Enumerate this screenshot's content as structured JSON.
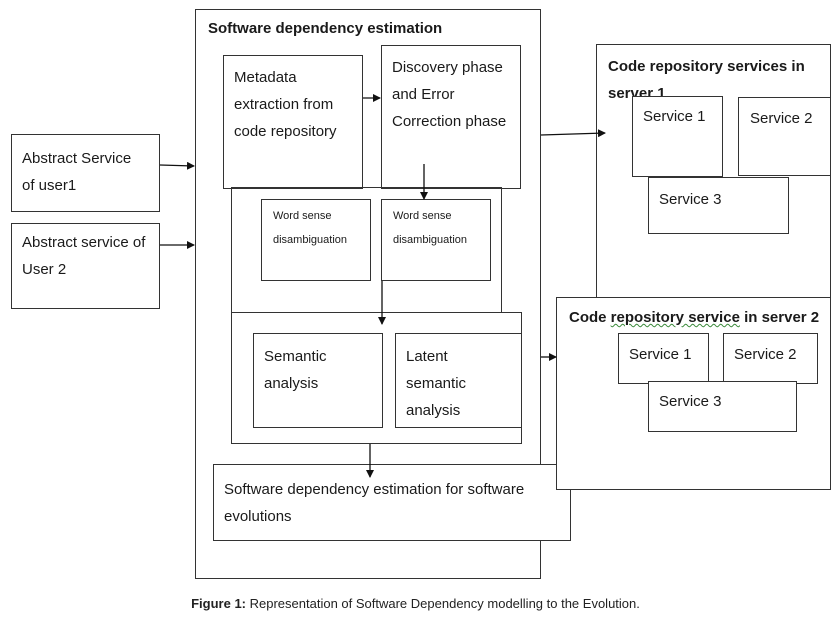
{
  "main": {
    "title": "Software dependency estimation",
    "metadata": "Metadata\nextraction from\ncode repository",
    "discovery": "Discovery phase\nand Error\nCorrection phase",
    "wsd_left": "Word sense\ndisambiguation",
    "wsd_right": "Word sense\ndisambiguation",
    "semantic": "Semantic\nanalysis",
    "latent": "Latent\nsemantic\nanalysis",
    "output": "Software dependency estimation for software\nevolutions"
  },
  "users": {
    "user1": "Abstract Service\nof user1",
    "user2": "Abstract service of\nUser 2"
  },
  "server1": {
    "title": "Code repository services in\nserver 1",
    "services": [
      "Service 1",
      "Service 2",
      "Service 3"
    ]
  },
  "server2": {
    "title_part1": "Code ",
    "title_underlined": "repository  service",
    "title_part2": " in server 2",
    "services": [
      "Service 1",
      "Service 2",
      "Service 3"
    ]
  },
  "caption": {
    "label": "Figure 1:",
    "text": " Representation of Software Dependency modelling to the Evolution."
  }
}
